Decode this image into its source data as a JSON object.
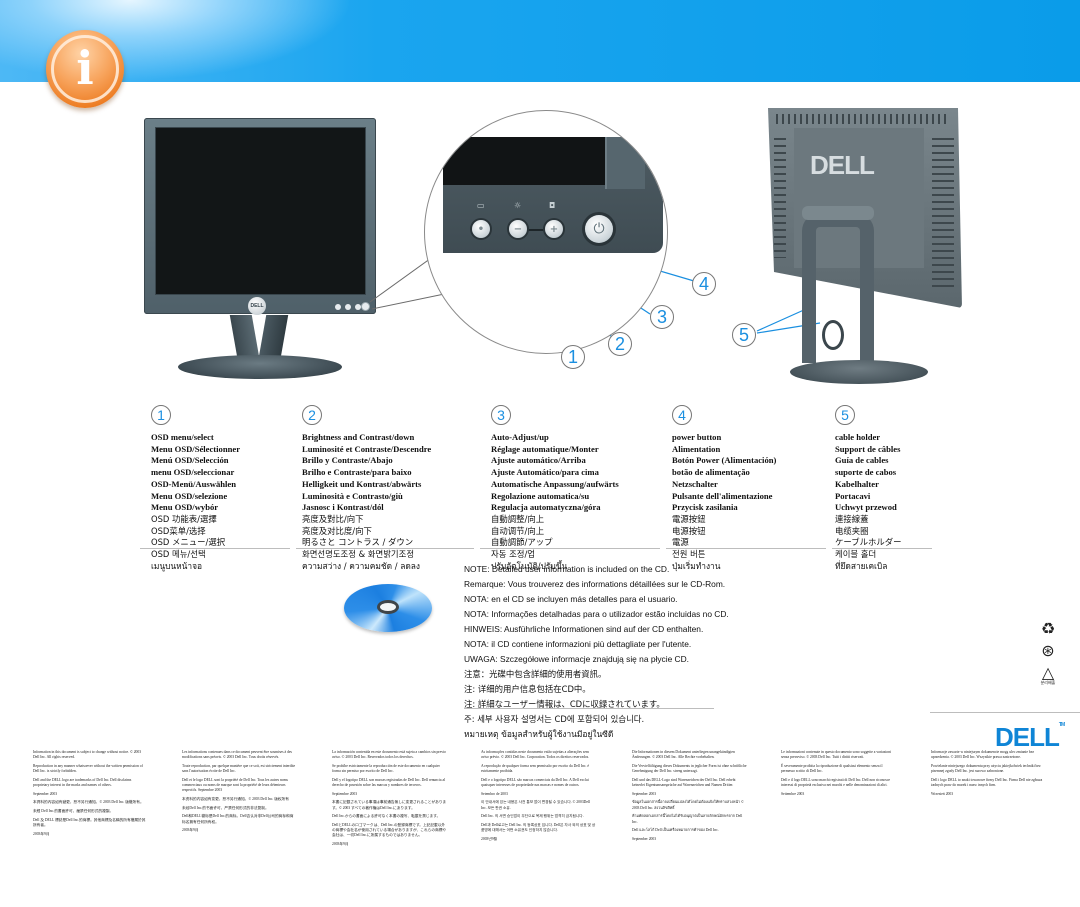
{
  "header": {
    "icon": "info-icon",
    "icon_glyph": "i",
    "band_color": "#1aa5ef",
    "accent_color": "#ec7a1f"
  },
  "front_monitor": {
    "logo": "DELL"
  },
  "zoom_panel": {
    "buttons": [
      {
        "id": 1,
        "symbol": "•",
        "label_icon": "menu-icon"
      },
      {
        "id": 2,
        "symbol": "−",
        "label_icon": "brightness-icon"
      },
      {
        "id": 3,
        "symbol": "+",
        "label_icon": "auto-adjust-icon"
      },
      {
        "id": 4,
        "symbol": "⏻",
        "label_icon": "power-icon"
      }
    ],
    "top_labels": [
      "▭",
      "☼",
      "◘"
    ]
  },
  "back_monitor": {
    "logo": "DELL"
  },
  "callouts": [
    "1",
    "2",
    "3",
    "4",
    "5"
  ],
  "callout_color": "#1a8fe0",
  "legend": [
    {
      "number": "1",
      "items": [
        "OSD menu/select",
        "Menu OSD/Sélectionner",
        "Menú OSD/Selección",
        "menu OSD/seleccionar",
        "OSD-Menü/Auswählen",
        "Menu OSD/selezione",
        "Menu OSD/wybór",
        "OSD 功能表/選擇",
        "OSD菜单/选择",
        "OSD メニュー/選択",
        "OSD 메뉴/선택",
        "เมนูบนหน้าจอ"
      ]
    },
    {
      "number": "2",
      "items": [
        "Brightness and Contrast/down",
        "Luminosité et Contraste/Descendre",
        "Brillo y Contraste/Abajo",
        "Brilho e Contraste/para baixo",
        "Helligkeit und Kontrast/abwärts",
        "Luminosità e Contrasto/giù",
        "Jasnosc i Kontrast/dól",
        "亮度及對比/向下",
        "亮度及对比度/向下",
        "明るさと コントラス / ダウン",
        "화면선명도조정 & 화면밝기조정",
        "ความสว่าง / ความคมชัด / ลดลง"
      ]
    },
    {
      "number": "3",
      "items": [
        "Auto-Adjust/up",
        "Réglage automatique/Monter",
        "Ajuste automático/Arriba",
        "Ajuste Automático/para cima",
        "Automatische Anpassung/aufwärts",
        "Regolazione automatica/su",
        "Regulacja automatyczna/góra",
        "自動調整/向上",
        "自动调节/向上",
        "自動調節/アップ",
        "자동 조정/업",
        "ปรับอัตโนมัติ/ปรับขึ้น"
      ]
    },
    {
      "number": "4",
      "items": [
        "power button",
        "Alimentation",
        "Botón Power (Alimentación)",
        "botão de alimentação",
        "Netzschalter",
        "Pulsante dell'alimentazione",
        "Przycisk zasilania",
        "電源按鈕",
        "电源按钮",
        "電源",
        "전원 버튼",
        "ปุ่มเริ่มทำงาน"
      ]
    },
    {
      "number": "5",
      "items": [
        "cable holder",
        "Support de câbles",
        "Guía de cables",
        "suporte de cabos",
        "Kabelhalter",
        "Portacavi",
        "Uchwyt przewod",
        "連接線蓋",
        "电缆夹圈",
        "ケーブルホルダー",
        "케이블 홀더",
        "ที่ยึดสายเคเบิล"
      ]
    }
  ],
  "cd_note": [
    "NOTE: Detailed user information is included on the CD.",
    "Remarque: Vous trouverez des informations détaillées sur le CD-Rom.",
    "NOTA: en el CD se incluyen más detalles para el usuario.",
    "NOTA: Informações detalhadas para o utilizador estão incluidas no CD.",
    "HINWEIS: Ausführliche Informationen sind auf der CD enthalten.",
    "NOTA: il CD contiene informazioni più dettagliate per l'utente.",
    "UWAGA: Szczegółowe informacje znajdują się na płycie CD.",
    "注意：光碟中包含詳細的使用者資訊。",
    "注: 详细的用户信息包括在CD中。",
    "注: 詳細なユーザー情報は、CDに収録されています。",
    "주: 세부 사용자 설명서는 CD에 포함되어 있습니다.",
    "หมายเหตุ ข้อมูลสำหรับผู้ใช้งานมีอยู่ในซีดี"
  ],
  "recycle_icons": [
    "recycle-icon",
    "china-recycle-icon",
    "korea-recycle-icon"
  ],
  "recycle_icon_caption": "분리배출",
  "dell_logo": {
    "text": "DELL",
    "tm": "TM",
    "color": "#0f85d6"
  },
  "legal": [
    {
      "lang": "en",
      "paragraphs": [
        "Information in this document is subject to change without notice. © 2003 Dell Inc. All rights reserved.",
        "Reproduction in any manner whatsoever without the written permission of Dell Inc. is strictly forbidden.",
        "Dell and the DELL logo are trademarks of Dell Inc. Dell disclaims proprietary interest in the marks and names of others.",
        "September 2003",
        "本資料的內容如有變更，恕不另行通知。© 2003 Dell Inc. 版權所有。",
        "未經 Dell Inc.的書面許可，嚴禁任何形式的複製。",
        "Dell 及 DELL 標誌是Dell Inc.的商標。其他商標及名稱的所有權屬於其所有者。",
        "2003年9月"
      ]
    },
    {
      "lang": "fr",
      "paragraphs": [
        "Les informations contenues dans ce document peuvent être soumises à des modifications sans préavis. © 2003 Dell Inc. Tous droits réservés.",
        "Toute reproduction, par quelque manière que ce soit, est strictement interdite sans l'autorisation écrite de Dell Inc.",
        "Dell et le logo DELL sont la propriété de Dell Inc. Tous les autres noms commerciaux ou noms de marque sont la propriété de leurs détenteurs respectifs. Septembre 2003",
        "本资料的内容如有变更，恕不另行通知。© 2003 Dell Inc. 版权所有",
        "未经Dell Inc.的书面许可，严禁任何形式的非法复制。",
        "Dell和DELL徽标是Dell Inc.的商标。Dell否认对非Dell公司的商标和商标名拥有任何所有权。",
        "2003年9月"
      ]
    },
    {
      "lang": "es",
      "paragraphs": [
        "La información contenida en este documento está sujeta a cambios sin previo aviso. © 2003 Dell Inc. Reservados todos los derechos.",
        "Se prohíbe estrictamente la reproducción de este documento en cualquier forma sin permiso por escrito de Dell Inc.",
        "Dell y el logotipo DELL son marcas registradas de Dell Inc. Dell renuncia al derecho de posesión sobre las marcas y nombres de terceros.",
        "Septiembre 2003",
        "本書に記載されている事項は事前通告無しに変更されることがあります。© 2003 すべての著作権はDell Inc.にあります。",
        "Dell Inc.からの書面による許可なく本書の複写、転載を禁じます。",
        "DellとDELLのロゴマークは、Dell Inc.の登録商標です。上記記載以外の商標や会社名が使用されている場合がありますが、これらの商標や会社は、一切Dell Inc.に所属するものではありません。",
        "2003年9月"
      ]
    },
    {
      "lang": "pt",
      "paragraphs": [
        "As informações contidas neste documento estão sujeitas a alterações sem aviso prévio. © 2003 Dell Inc. Corporation. Todos os direitos reservados.",
        "A reprodução de qualquer forma sem permissão por escrito da Dell Inc. é estritamente proibida.",
        "Dell e o logotipo DELL são marcas comerciais da Dell Inc. A Dell exclui quaisquer interesses de propriedade nas marcas e nomes de outros.",
        "Setembro de 2003",
        "이 안내서에 있는 내용은 사전 통보 없이 변경될 수 있습니다. © 2003Dell Inc. 모든 판권 소유.",
        "Dell Inc. 의 서면 승인없이 무단으로 복제 행위는 엄격히 금지됩니다.",
        "Dell과 Dell로고는 Dell Inc. 의 등록상표 입니다. Dell은 자사 외의 상표 및 상품명에 대해서는 어떤 소유권도 인정하지 않습니다.",
        "2003년9월"
      ]
    },
    {
      "lang": "de",
      "paragraphs": [
        "Die Informationen in diesem Dokument unterliegen unangekündigten Änderungen. © 2003 Dell Inc. Alle Rechte vorbehalten.",
        "Die Vervielfältigung dieses Dokuments in jeglicher Form ist ohne schriftliche Genehmigung der Dell Inc. streng untersagt.",
        "Dell und das DELL-Logo sind Warenzeichen der Dell Inc. Dell erhebt keinerlei Eigentumsansprüche auf Warenzeichen und Namen Dritter.",
        "September 2003",
        "ข้อมูลในเอกสารนี้อาจเปลี่ยนแปลงได้โดยไม่ต้องแจ้งให้ทราบล่วงหน้า © 2003 Dell Inc. สงวนลิขสิทธิ์",
        "ห้ามคัดลอกเอกสารนี้โดยไม่ได้รับอนุญาตเป็นลายลักษณ์อักษรจาก Dell Inc.",
        "Dell และโลโก้ Dell เป็นเครื่องหมายการค้าของ Dell Inc.",
        "September 2003"
      ]
    },
    {
      "lang": "it",
      "paragraphs": [
        "Le informazioni contenute in questo documento sono soggette a variazioni senza preavviso. © 2003 Dell Inc. Tutti i diritti riservati.",
        "È severamente proibita la riproduzione di qualsiasi elemento senza il permesso scritto di Dell Inc.",
        "Dell e il logo DELL sono marchi registrati di Dell Inc. Dell non riconosce interessi di proprietà esclusiva nei marchi e nelle denominazioni di altri.",
        "Settembre 2003"
      ]
    },
    {
      "lang": "pl",
      "paragraphs": [
        "Informacje zawarte w niniejszym dokumencie mogą ulec zmianie bez uprzedzenia. © 2003 Dell Inc. Wszystkie prawa zastrzeżone.",
        "Powielanie niniejszego dokumentu przy użyciu jakiejkolwiek techniki bez pisemnej zgody Dell Inc. jest surowo zabronione.",
        "Dell i logo DELL to znaki towarowe firmy Dell Inc. Firma Dell nie zgłasza żadnych praw do marek i nazw innych firm.",
        "Wrzesień 2003"
      ]
    }
  ]
}
